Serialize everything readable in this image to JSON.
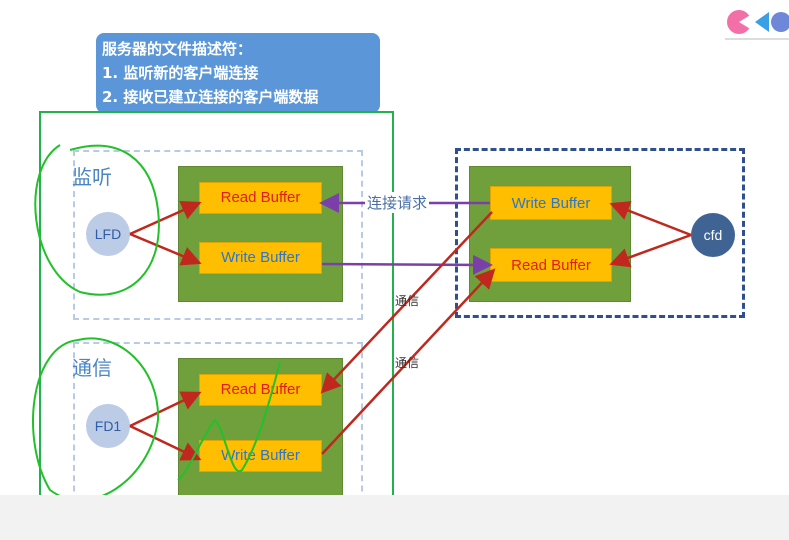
{
  "callout": {
    "title": "服务器的文件描述符：",
    "line1": "1. 监听新的客户端连接",
    "line2": "2. 接收已建立连接的客户端数据"
  },
  "server": {
    "listen_label": "监听",
    "comm_label": "通信",
    "lfd": "LFD",
    "fd1": "FD1",
    "listen_read": "Read Buffer",
    "listen_write": "Write Buffer",
    "comm_read": "Read Buffer",
    "comm_write": "Write Buffer"
  },
  "client": {
    "write": "Write Buffer",
    "read": "Read Buffer",
    "cfd": "cfd"
  },
  "edges": {
    "connect_request": "连接请求",
    "comm1": "通信",
    "comm2": "通信"
  },
  "colors": {
    "callout": "#5b97d8",
    "frame_green": "#22b14c",
    "block_green": "#70a03c",
    "buffer": "#ffbf00",
    "arrow_red": "#c0281e",
    "arrow_purple": "#7a3fa8",
    "client_dash": "#2f4f8f"
  }
}
